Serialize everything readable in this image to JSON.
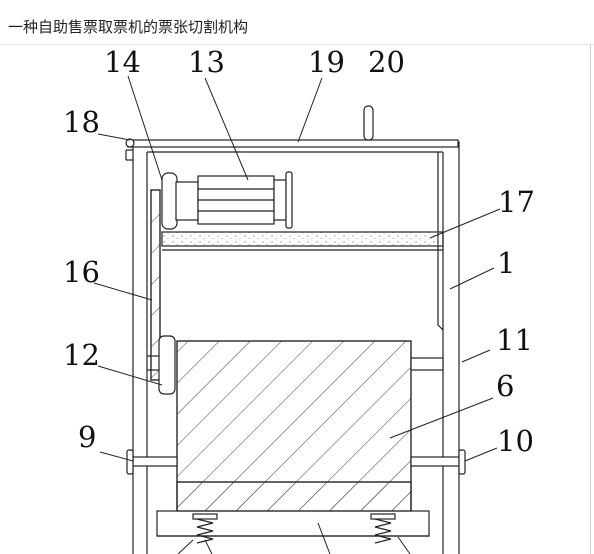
{
  "header": {
    "title": "一种自助售票取票机的票张切割机构"
  },
  "diagram": {
    "labels": {
      "l1": "1",
      "l6": "6",
      "l9": "9",
      "l10": "10",
      "l11": "11",
      "l12": "12",
      "l13": "13",
      "l14": "14",
      "l16": "16",
      "l17": "17",
      "l18": "18",
      "l19": "19",
      "l20": "20"
    }
  }
}
